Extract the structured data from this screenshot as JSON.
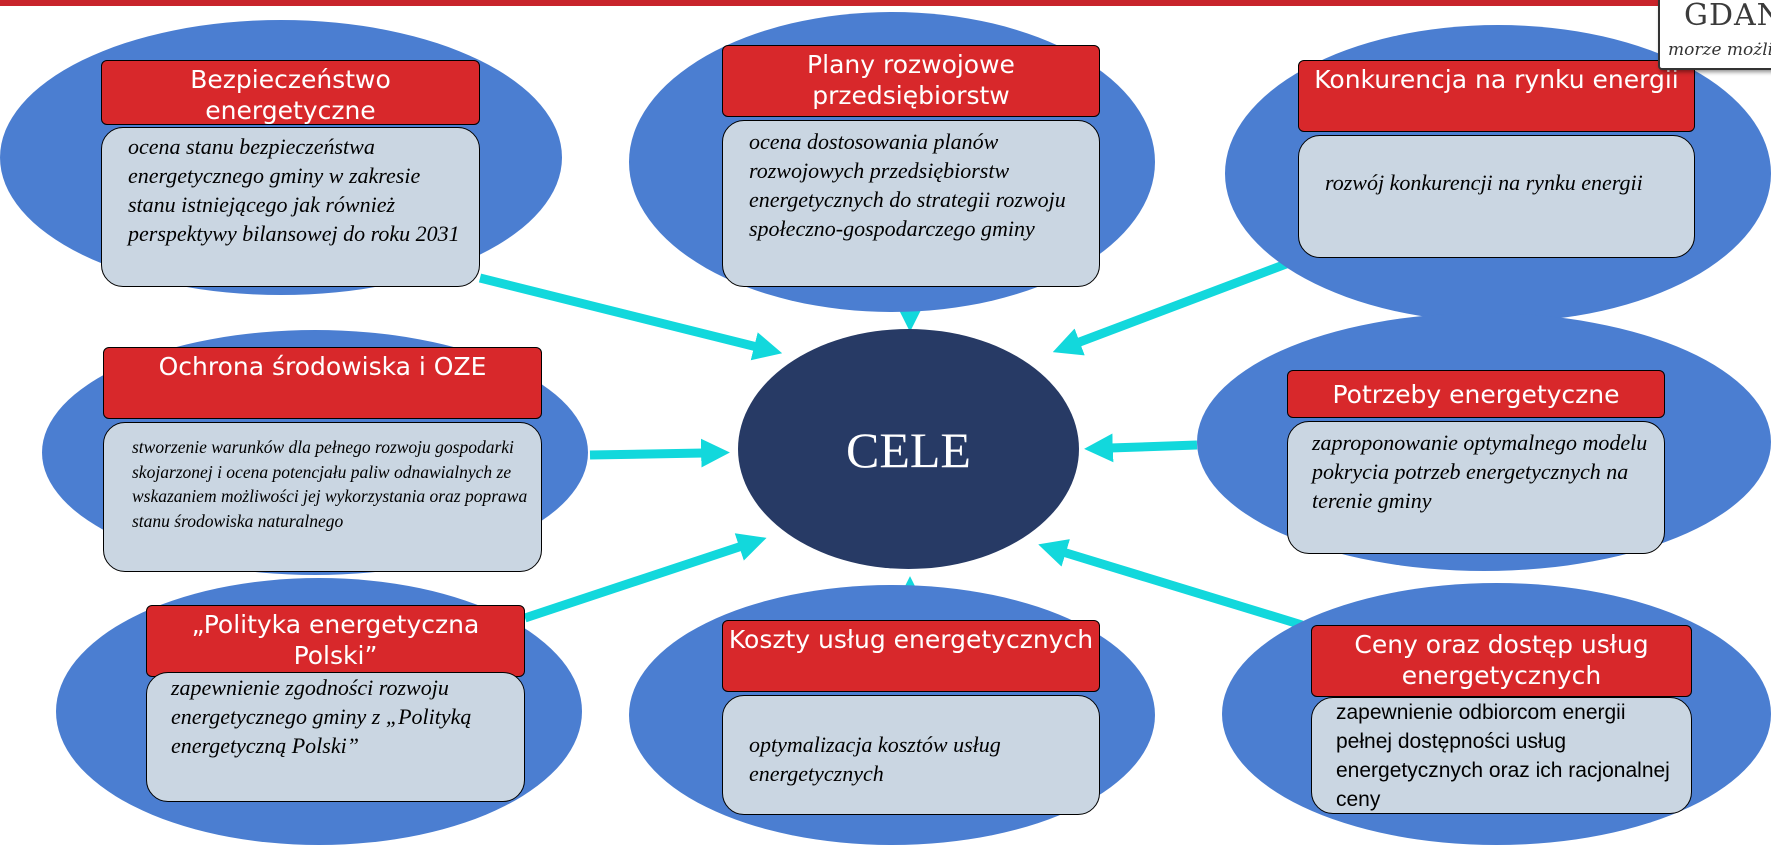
{
  "center": {
    "label": "CELE"
  },
  "logo": {
    "line1": "GDAN",
    "line2": "morze możli"
  },
  "colors": {
    "ellipse": "#4b7ed1",
    "center": "#273a65",
    "title_box": "#d8282b",
    "desc_box": "#cad6e2",
    "arrow": "#12d8dc",
    "top_bar": "#c8242b"
  },
  "nodes": [
    {
      "id": "bezpieczenstwo",
      "title": "Bezpieczeństwo energetyczne",
      "text": "ocena stanu bezpieczeństwa energetycznego gminy w zakresie stanu istniejącego jak również perspektywy bilansowej do roku 2031"
    },
    {
      "id": "plany",
      "title": "Plany rozwojowe przedsiębiorstw",
      "text": "ocena dostosowania planów rozwojowych przedsiębiorstw energetycznych do strategii rozwoju społeczno-gospodarczego gminy"
    },
    {
      "id": "konkurencja",
      "title": "Konkurencja na rynku energii",
      "text": "rozwój konkurencji na rynku energii"
    },
    {
      "id": "ochrona",
      "title": "Ochrona środowiska i OZE",
      "text": "stworzenie warunków dla pełnego rozwoju gospodarki skojarzonej i ocena potencjału paliw odnawialnych ze wskazaniem możliwości jej wykorzystania oraz poprawa stanu środowiska naturalnego"
    },
    {
      "id": "potrzeby",
      "title": "Potrzeby energetyczne",
      "text": "zaproponowanie optymalnego modelu pokrycia potrzeb energetycznych na terenie gminy"
    },
    {
      "id": "polityka",
      "title": "„Polityka energetyczna Polski”",
      "text": "zapewnienie zgodności rozwoju energetycznego gminy z „Polityką energetyczną Polski”"
    },
    {
      "id": "koszty",
      "title": "Koszty usług energetycznych",
      "text": "optymalizacja kosztów usług energetycznych"
    },
    {
      "id": "ceny",
      "title": "Ceny oraz dostęp usług energetycznych",
      "text": "zapewnienie odbiorcom energii pełnej dostępności usług energetycznych oraz ich racjonalnej ceny"
    }
  ]
}
